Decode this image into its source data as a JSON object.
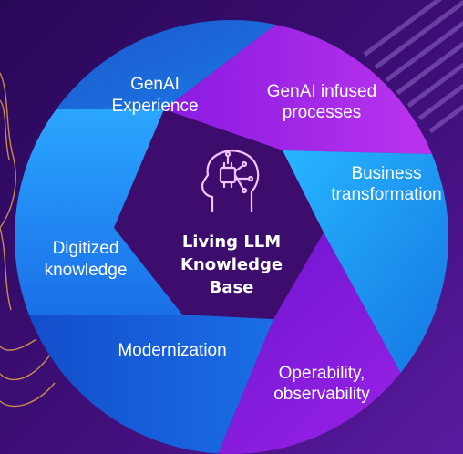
{
  "center": {
    "line1": "Living LLM",
    "line2": "Knowledge",
    "line3": "Base",
    "icon": "ai-brain-circuit-icon"
  },
  "segments": [
    {
      "key": "genai_experience",
      "lines": [
        "GenAI",
        "Experience"
      ],
      "color": "#1463d6"
    },
    {
      "key": "genai_processes",
      "lines": [
        "GenAI infused",
        "processes"
      ],
      "color": "#a21ee6"
    },
    {
      "key": "business_transformation",
      "lines": [
        "Business",
        "transformation"
      ],
      "color": "#20a2ff"
    },
    {
      "key": "operability",
      "lines": [
        "Operability,",
        "observability"
      ],
      "color": "#8e1ee0"
    },
    {
      "key": "modernization",
      "lines": [
        "Modernization"
      ],
      "color": "#0d5bd2"
    },
    {
      "key": "digitized_knowledge",
      "lines": [
        "Digitized",
        "knowledge"
      ],
      "color": "#1b86f0"
    }
  ],
  "colors": {
    "background_dark": "#2a0858",
    "background_light": "#5a1aa0",
    "accent_stripes": "#9a6fd0",
    "wave_lines": "#e3a24a",
    "center_fill": "#3d0d6e"
  }
}
